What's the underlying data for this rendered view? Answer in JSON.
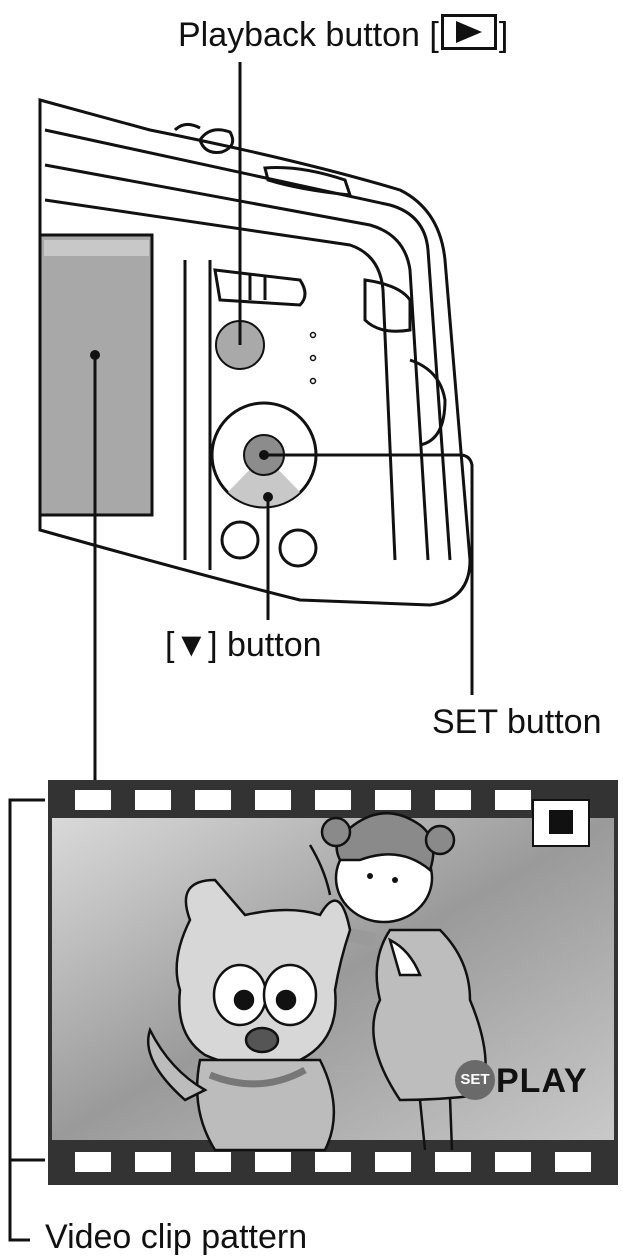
{
  "labels": {
    "playback_prefix": "Playback button [",
    "playback_suffix": "]",
    "down_button": "[▼] button",
    "set_button": "SET button",
    "video_clip": "Video clip pattern"
  },
  "screen": {
    "set_badge": "SET",
    "play_text": "PLAY"
  },
  "icons": [
    "camera-illustration",
    "play-triangle-icon",
    "stop-icon",
    "film-perforation"
  ]
}
